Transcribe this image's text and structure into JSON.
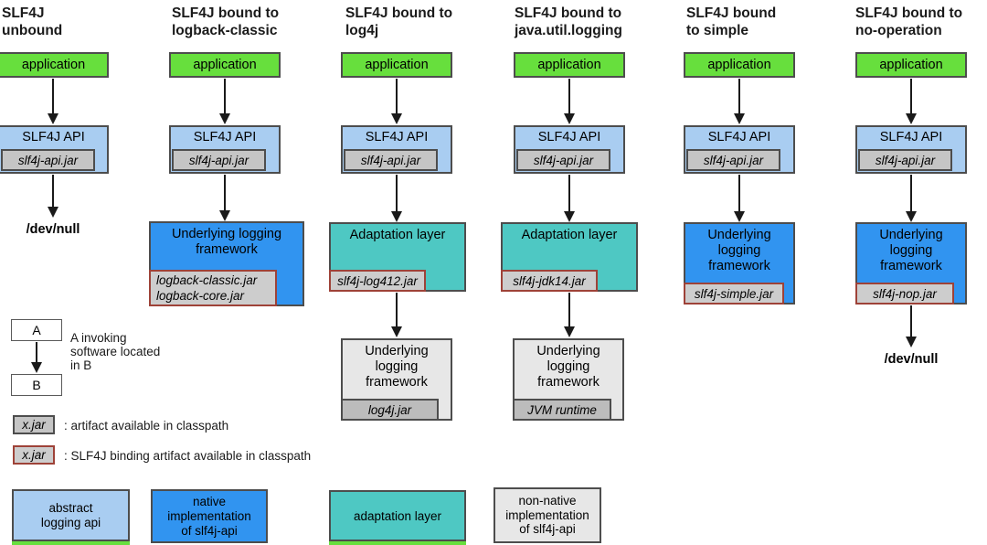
{
  "columns": [
    {
      "title": "SLF4J\nunbound",
      "application": "application",
      "api_label": "SLF4J API",
      "api_jar": "slf4j-api.jar",
      "sink": "/dev/null"
    },
    {
      "title": "SLF4J bound to\nlogback-classic",
      "application": "application",
      "api_label": "SLF4J API",
      "api_jar": "slf4j-api.jar",
      "framework_label": "Underlying logging\nframework",
      "framework_jar": "logback-classic.jar\nlogback-core.jar"
    },
    {
      "title": "SLF4J bound to\nlog4j",
      "application": "application",
      "api_label": "SLF4J API",
      "api_jar": "slf4j-api.jar",
      "adapter_label": "Adaptation layer",
      "adapter_jar": "slf4j-log412.jar",
      "framework_label": "Underlying\nlogging\nframework",
      "framework_jar": "log4j.jar"
    },
    {
      "title": "SLF4J bound to\njava.util.logging",
      "application": "application",
      "api_label": "SLF4J API",
      "api_jar": "slf4j-api.jar",
      "adapter_label": "Adaptation layer",
      "adapter_jar": "slf4j-jdk14.jar",
      "framework_label": "Underlying\nlogging\nframework",
      "framework_jar": "JVM runtime"
    },
    {
      "title": "SLF4J bound\nto simple",
      "application": "application",
      "api_label": "SLF4J API",
      "api_jar": "slf4j-api.jar",
      "framework_label": "Underlying\nlogging\nframework",
      "framework_jar": "slf4j-simple.jar"
    },
    {
      "title": "SLF4J bound to\nno-operation",
      "application": "application",
      "api_label": "SLF4J API",
      "api_jar": "slf4j-api.jar",
      "framework_label": "Underlying\nlogging\nframework",
      "framework_jar": "slf4j-nop.jar",
      "sink": "/dev/null"
    }
  ],
  "legend": {
    "invoke_a": "A",
    "invoke_b": "B",
    "invoke_caption": "A invoking\nsoftware located\nin B",
    "artifact_jar": "x.jar",
    "artifact_caption": ": artifact available in classpath",
    "binding_jar": "x.jar",
    "binding_caption": ": SLF4J binding artifact available in classpath",
    "swatches": [
      {
        "label": "abstract\nlogging api",
        "color": "#A9CDF1"
      },
      {
        "label": "native implementation\nof slf4j-api",
        "color": "#3194F0"
      },
      {
        "label": "adaptation layer",
        "color": "#4EC8C3"
      },
      {
        "label": "non-native\nimplementation\nof slf4j-api",
        "color": "#E7E7E7"
      }
    ]
  },
  "colors": {
    "application_green": "#67DF3D",
    "abstract_api_light_blue": "#A9CDF1",
    "native_impl_blue": "#3194F0",
    "adaptation_teal": "#4EC8C3",
    "non_native_grey": "#E7E7E7",
    "artifact_jar_grey": "#C5C5C5",
    "binding_border_red": "#9E4238",
    "box_border_grey": "#4D4D4D"
  }
}
